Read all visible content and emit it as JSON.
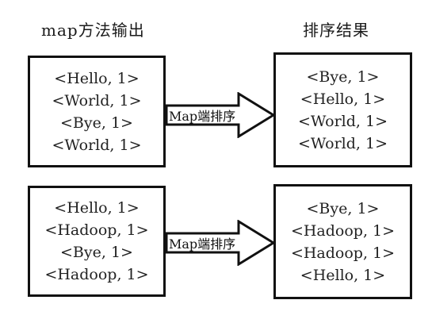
{
  "headings": {
    "left": "map方法输出",
    "right": "排序结果"
  },
  "arrow_label": "Map端排序",
  "groups": [
    {
      "input": [
        "<Hello, 1>",
        "<World, 1>",
        "<Bye, 1>",
        "<World, 1>"
      ],
      "output": [
        "<Bye, 1>",
        "<Hello, 1>",
        "<World, 1>",
        "<World, 1>"
      ]
    },
    {
      "input": [
        "<Hello, 1>",
        "<Hadoop, 1>",
        "<Bye, 1>",
        "<Hadoop, 1>"
      ],
      "output": [
        "<Bye, 1>",
        "<Hadoop, 1>",
        "<Hadoop, 1>",
        "<Hello, 1>"
      ]
    }
  ]
}
